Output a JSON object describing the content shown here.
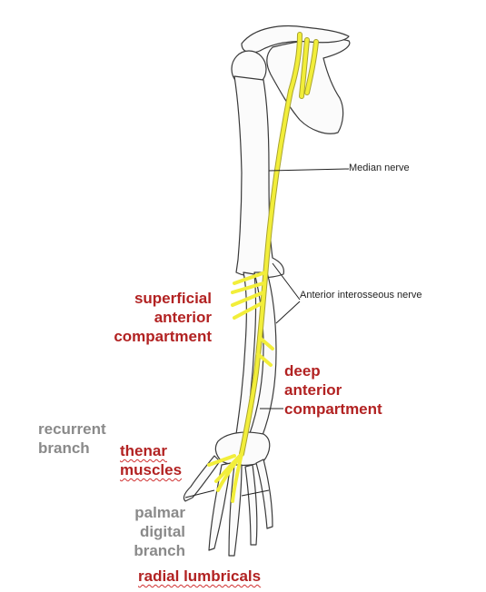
{
  "labels": {
    "median_nerve": "Median nerve",
    "anterior_interosseous": "Anterior interosseous nerve",
    "superficial": [
      "superficial",
      "anterior",
      "compartment"
    ],
    "deep": [
      "deep",
      "anterior",
      "compartment"
    ],
    "recurrent": [
      "recurrent",
      "branch"
    ],
    "thenar": [
      "thenar",
      "muscles"
    ],
    "palmar": [
      "palmar",
      "digital",
      "branch"
    ],
    "radial_lumbricals": "radial lumbricals"
  },
  "colors": {
    "nerve": "#f2ee3a",
    "nerve_outline": "#a9a430",
    "bone_outline": "#3a3a3a",
    "label_red": "#b22222",
    "label_gray": "#8a8a8a"
  }
}
